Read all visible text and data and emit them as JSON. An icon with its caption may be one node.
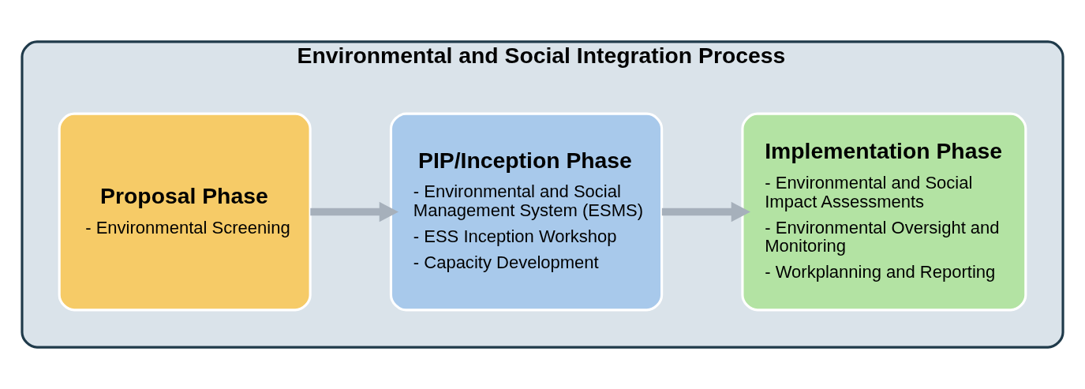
{
  "diagram": {
    "nodes": [
      {
        "text": [
          "Environmental and Social Integration Process"
        ]
      },
      {
        "text": [
          "Proposal Phase",
          "- Environmental Screening"
        ],
        "in": 0
      },
      {
        "text": [
          "PIP/Inception Phase",
          "- Environmental and Social Management System (ESMS)",
          "- ESS Inception Workshop",
          "- Capacity Development"
        ],
        "in": 0
      },
      {
        "text": [
          "Implementation Phase",
          "- Environmental and Social Impact Assessments",
          "- Environmental Oversight and Monitoring",
          "- Workplanning and Reporting"
        ],
        "in": 0
      }
    ],
    "edges": [
      {
        "from": 1,
        "to": 2,
        "arrow": "to"
      },
      {
        "from": 2,
        "to": 3,
        "arrow": "to"
      }
    ]
  }
}
